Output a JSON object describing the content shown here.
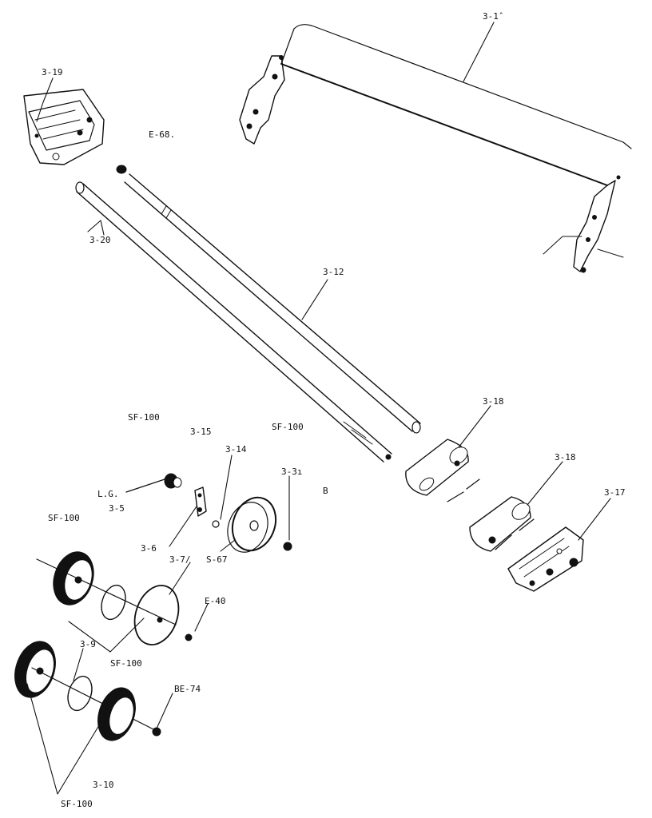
{
  "diagram": {
    "labels": {
      "l_3_13": "3-1̂",
      "l_3_19": "3-19",
      "l_e_68": "E-68.",
      "l_3_20": "3-20",
      "l_3_12": "3-12",
      "l_3_18a": "3-18",
      "l_3_18b": "3-18",
      "l_3_17": "3-17",
      "l_sf100_a": "SF-100",
      "l_3_15": "3-15",
      "l_sf100_b": "SF-100",
      "l_3_14": "3-14",
      "l_3_31": "3-3ı",
      "l_b": "B",
      "l_lg": "L.G.",
      "l_3_5": "3-5",
      "l_sf100_c": "SF-100",
      "l_3_6": "3-6",
      "l_s_67": "S-67",
      "l_3_7": "3-7/",
      "l_e_40": "E-40",
      "l_3_9": "3-9",
      "l_sf100_d": "SF-100",
      "l_be_74": "BE-74",
      "l_3_10": "3-10",
      "l_sf100_e": "SF-100"
    }
  }
}
